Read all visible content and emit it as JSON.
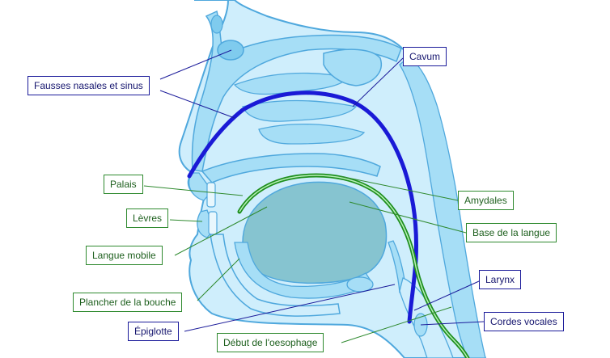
{
  "colors": {
    "tissue_fill": "#cfeefc",
    "tissue_mid": "#a6def6",
    "tissue_dark": "#7fcbee",
    "outline": "#4fa8dd",
    "tongue": "#86c4d0",
    "airway_blue": "#1a1ad6",
    "airway_green": "#1e8f1e",
    "label_blue": "#15156e",
    "label_green": "#1d5f1d"
  },
  "labels": {
    "fosses": "Fausses nasales et sinus",
    "cavum": "Cavum",
    "palais": "Palais",
    "levres": "Lèvres",
    "langue_mobile": "Langue mobile",
    "plancher": "Plancher de la bouche",
    "epiglotte": "Épiglotte",
    "oesophage": "Début de l'oesophage",
    "amydales": "Amydales",
    "base_langue": "Base de la langue",
    "larynx": "Larynx",
    "cordes": "Cordes vocales"
  }
}
